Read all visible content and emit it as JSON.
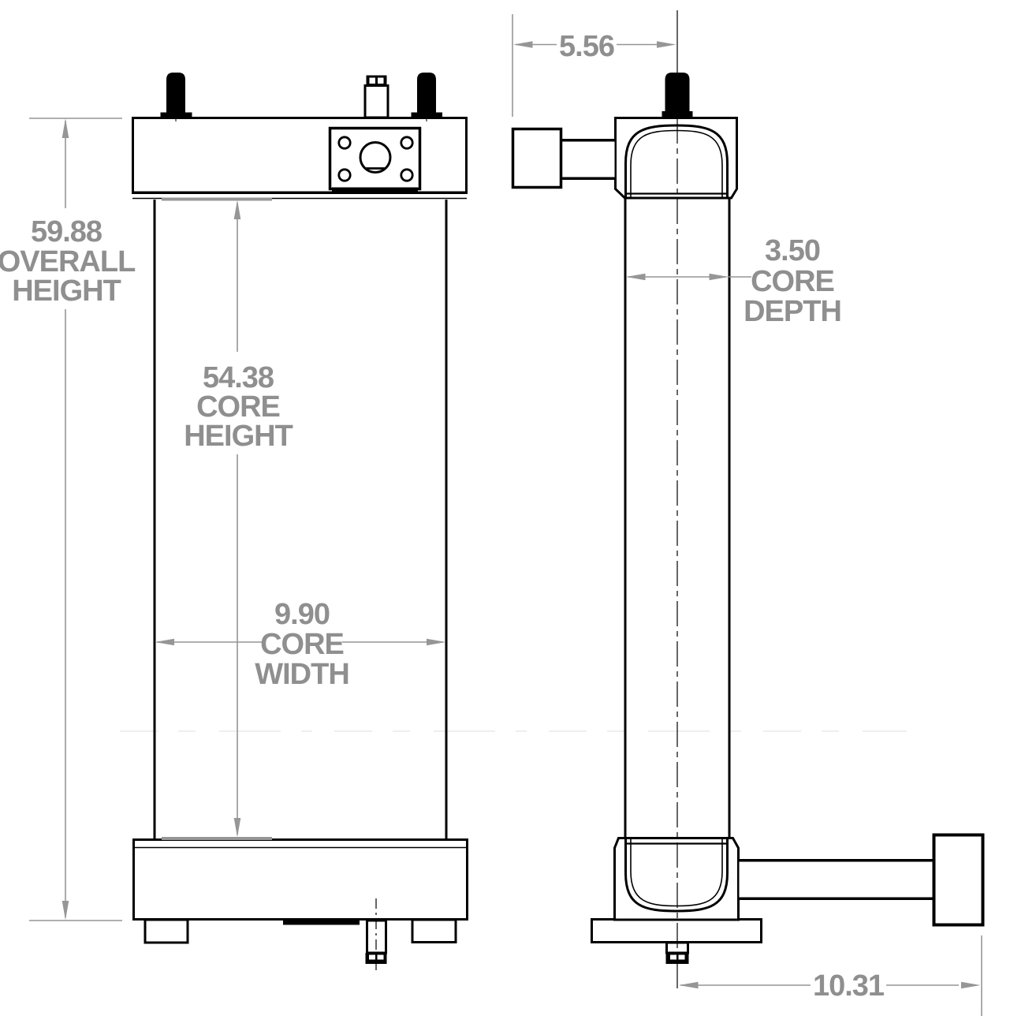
{
  "dims": {
    "overall_height": {
      "value": "59.88",
      "line2": "OVERALL",
      "line3": "HEIGHT"
    },
    "core_height": {
      "value": "54.38",
      "line2": "CORE",
      "line3": "HEIGHT"
    },
    "core_width": {
      "value": "9.90",
      "line2": "CORE",
      "line3": "WIDTH"
    },
    "core_depth": {
      "value": "3.50",
      "line2": "CORE",
      "line3": "DEPTH"
    },
    "stud_offset": {
      "value": "5.56"
    },
    "outlet_offset": {
      "value": "10.31"
    }
  },
  "colors": {
    "line": "#000000",
    "dimension": "#8f8f8f",
    "background": "#ffffff"
  }
}
